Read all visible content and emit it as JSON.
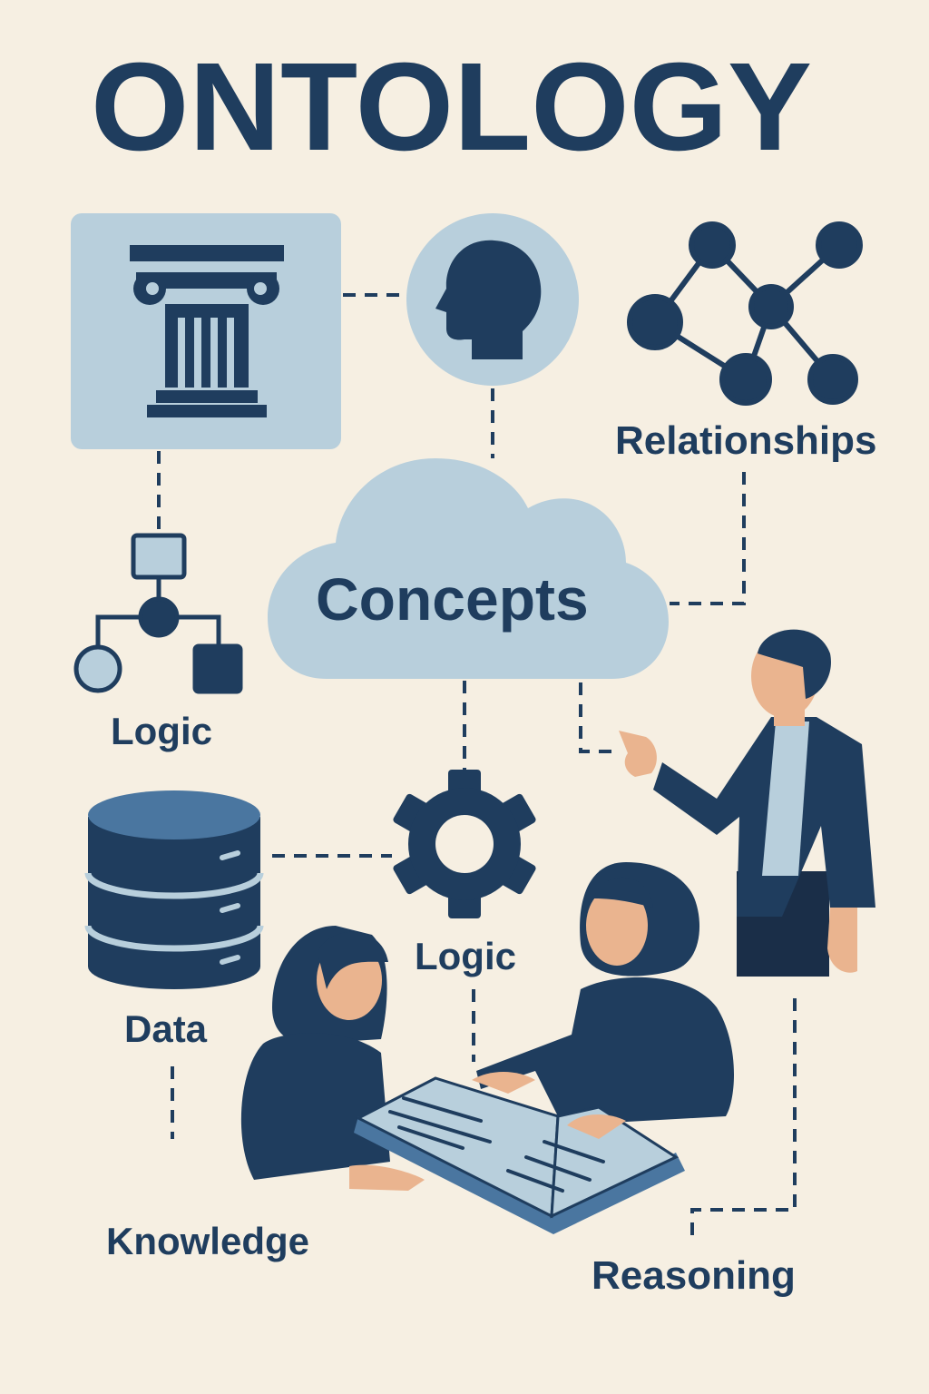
{
  "title": "ONTOLOGY",
  "labels": {
    "relationships": "Relationships",
    "concepts": "Concepts",
    "logic_top": "Logic",
    "logic_gear": "Logic",
    "data": "Data",
    "knowledge": "Knowledge",
    "reasoning": "Reasoning"
  },
  "colors": {
    "background": "#f6efe2",
    "navy": "#1f3d5e",
    "light_blue": "#b8cfdc",
    "mid_blue": "#4a76a0",
    "skin": "#eab48f"
  },
  "icons": [
    "pillar-icon",
    "head-icon",
    "network-icon",
    "hierarchy-icon",
    "database-icon",
    "gear-icon",
    "book-icon"
  ]
}
